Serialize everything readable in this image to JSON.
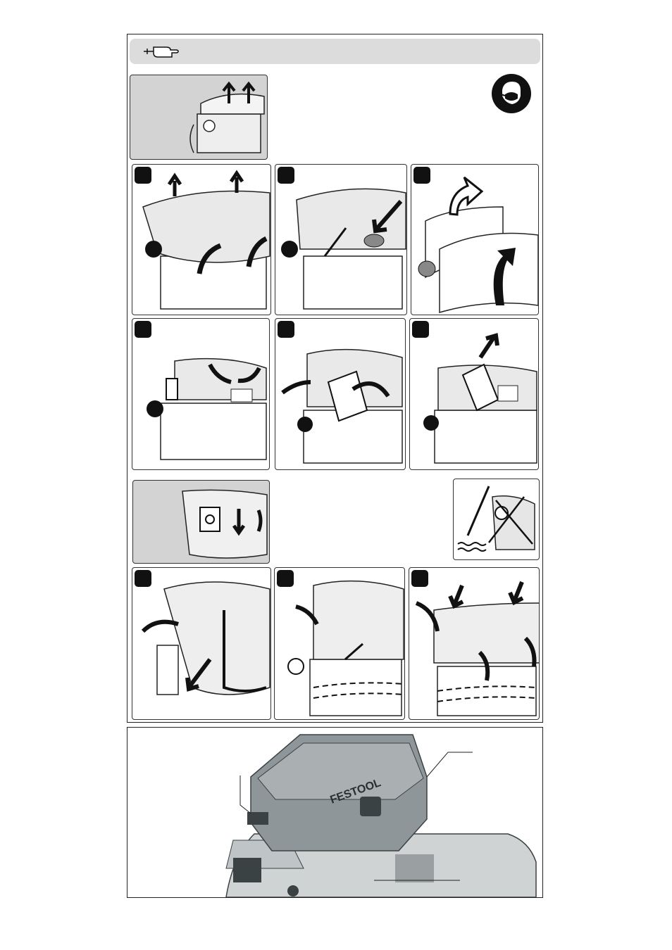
{
  "page": {
    "title": ""
  },
  "note_icon": "pointing-hand-icon",
  "ppe_icon": "dust-mask-icon",
  "steps": [
    {
      "id": "1a",
      "icon": "lift-lid-icon"
    },
    {
      "id": "1b",
      "icon": "pull-filter-icon"
    },
    {
      "id": "1c",
      "icon": "peel-filter-icon"
    },
    {
      "id": "2a",
      "icon": "remove-bag-icon"
    },
    {
      "id": "2b",
      "icon": "tilt-bag-icon"
    },
    {
      "id": "2c",
      "icon": "extract-bag-icon"
    },
    {
      "id": "3a",
      "icon": "insert-bag-icon"
    },
    {
      "id": "3b",
      "icon": "fit-bag-icon"
    },
    {
      "id": "3c",
      "icon": "close-lid-icon"
    }
  ],
  "warning_icon": "no-wet-suction-icon",
  "product_photo": {
    "brand": "FESTOOL",
    "colors": {
      "body": "#cfd3d4",
      "lid": "#8e9699",
      "dark": "#3b4244"
    }
  }
}
